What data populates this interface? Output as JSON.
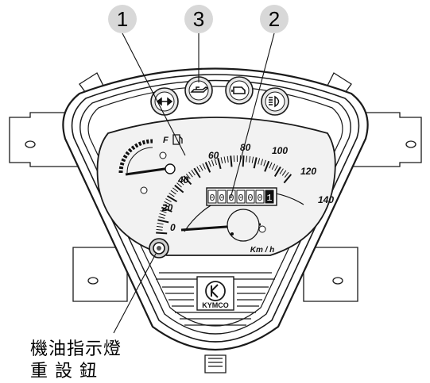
{
  "callouts": [
    "1",
    "3",
    "2"
  ],
  "speedometer": {
    "scale_labels": [
      "0",
      "20",
      "40",
      "60",
      "80",
      "100",
      "120",
      "140"
    ],
    "unit": "Km / h",
    "odometer_digits": [
      "0",
      "0",
      "0",
      "0",
      "0",
      "0",
      "1"
    ]
  },
  "fuel_gauge": {
    "full_mark": "F"
  },
  "brand": "KYMCO",
  "caption": {
    "line1": "機油指示燈",
    "line2": "重 設 鈕"
  },
  "colors": {
    "callout_bg": "#d8d8d8",
    "outline": "#1a1a1a"
  }
}
